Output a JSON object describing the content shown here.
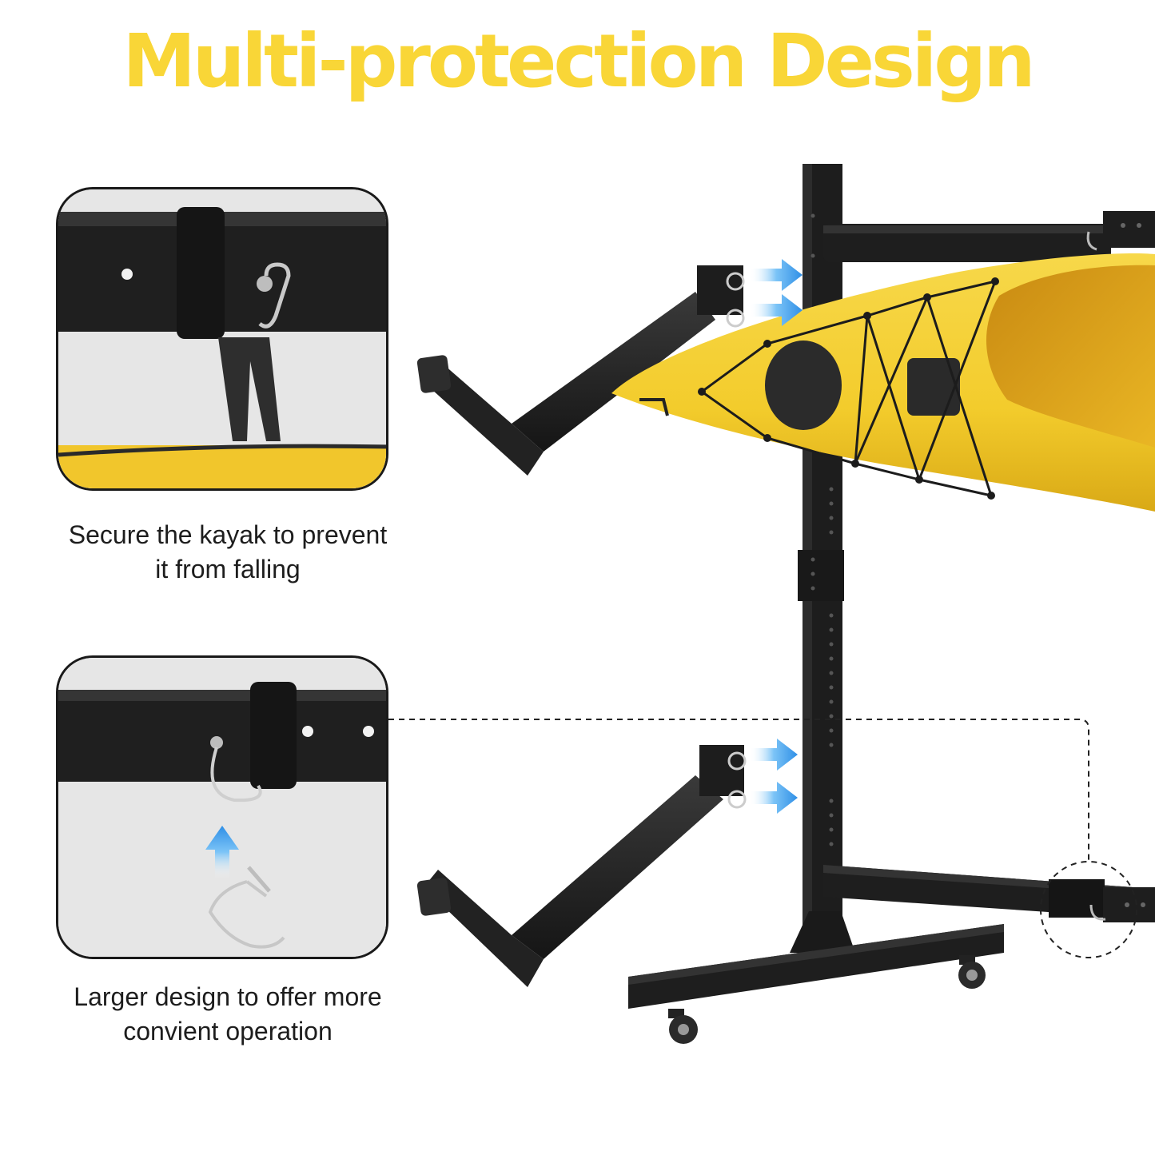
{
  "title": "Multi-protection Design",
  "features": [
    {
      "caption_line1": "Secure the kayak to prevent",
      "caption_line2": "it from falling"
    },
    {
      "caption_line1": "Larger design to offer more",
      "caption_line2": "convient operation"
    }
  ],
  "colors": {
    "title": "#f9d637",
    "kayak": "#f6d43a",
    "frame": "#1e1e1e",
    "arrow": "#3aa0f0"
  },
  "icons": [
    "blue-arrow-icon",
    "hitch-pin-icon"
  ]
}
